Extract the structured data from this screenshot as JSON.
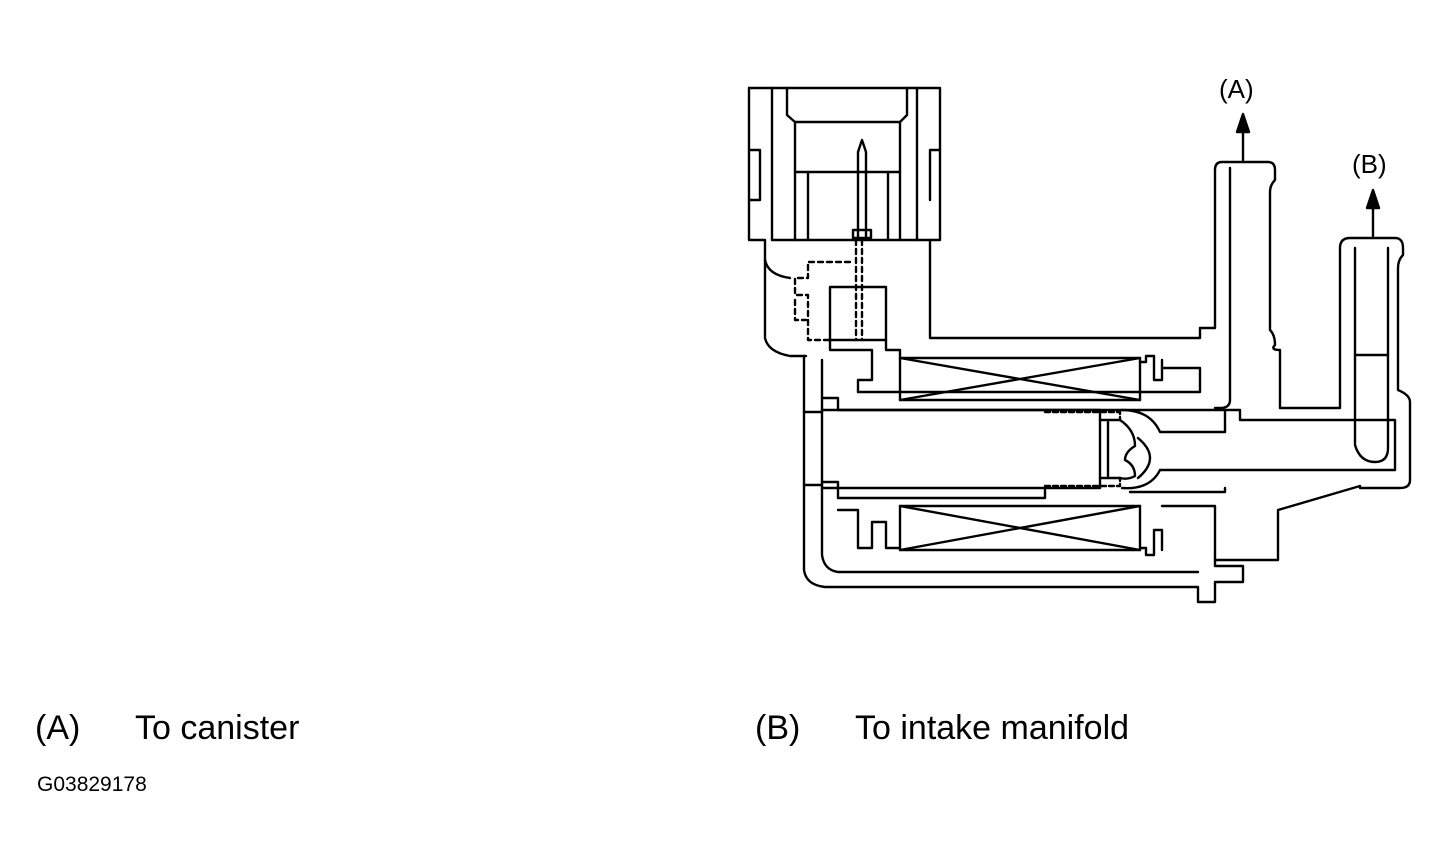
{
  "diagram": {
    "outlet_a_tag": "(A)",
    "outlet_b_tag": "(B)"
  },
  "legend": {
    "a_key": "(A)",
    "a_text": "To canister",
    "b_key": "(B)",
    "b_text": "To intake manifold"
  },
  "figure_code": "G03829178"
}
